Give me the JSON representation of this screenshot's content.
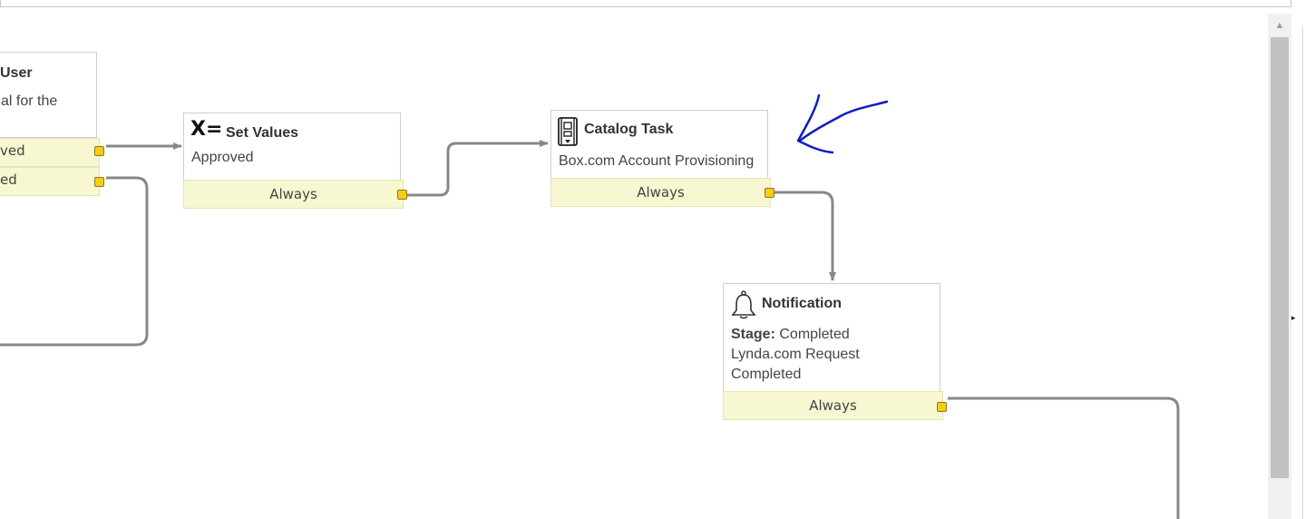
{
  "workflow": {
    "user_node": {
      "title": "User",
      "description": "al for the",
      "conditions": [
        "ved",
        "ed"
      ]
    },
    "set_values_node": {
      "icon": "set-values-icon",
      "icon_text": "X=",
      "title": "Set Values",
      "description": "Approved",
      "condition": "Always"
    },
    "catalog_task_node": {
      "icon": "catalog-task-icon",
      "title": "Catalog Task",
      "description": "Box.com Account Provisioning",
      "condition": "Always"
    },
    "notification_node": {
      "icon": "bell-icon",
      "title": "Notification",
      "stage_label": "Stage:",
      "stage_value": "Completed",
      "description_line1": "Lynda.com Request",
      "description_line2": "Completed",
      "condition": "Always"
    }
  },
  "annotation": {
    "icon": "hand-drawn-arrow-icon",
    "color": "#0b1ebf"
  },
  "scrollbar": {
    "up_arrow": "▲",
    "collapse_arrow": "▸"
  },
  "colors": {
    "condition_bg": "#f7f7d2",
    "port": "#f5cc16",
    "wire": "#888888"
  }
}
